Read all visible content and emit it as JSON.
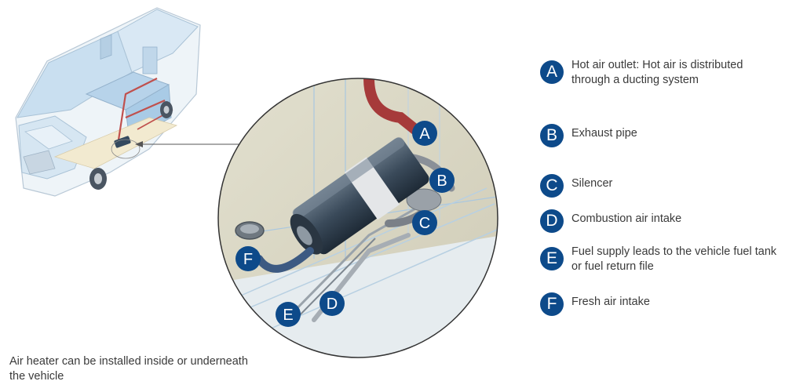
{
  "legend": {
    "items": [
      {
        "letter": "A",
        "text": "Hot air outlet: Hot air is distributed through a ducting system"
      },
      {
        "letter": "B",
        "text": "Exhaust pipe"
      },
      {
        "letter": "C",
        "text": "Silencer"
      },
      {
        "letter": "D",
        "text": "Combustion air intake"
      },
      {
        "letter": "E",
        "text": "Fuel supply leads to the vehicle fuel tank or fuel return file"
      },
      {
        "letter": "F",
        "text": "Fresh air intake"
      }
    ]
  },
  "caption": "Air heater can be installed inside or underneath the vehicle",
  "colors": {
    "badge": "#0d4a8a",
    "badge_text": "#ffffff",
    "vehicle_panel": "#cfe3f2",
    "heater_body": "#3a4a5a",
    "hot_air_duct": "#a63a3a",
    "exhaust_pipe": "#8a9098",
    "magnifier_background": "#dcdcc8"
  },
  "icons": {
    "vehicle": "motorhome-illustration",
    "heater": "air-heater-unit",
    "magnifier": "zoom-detail-circle"
  }
}
